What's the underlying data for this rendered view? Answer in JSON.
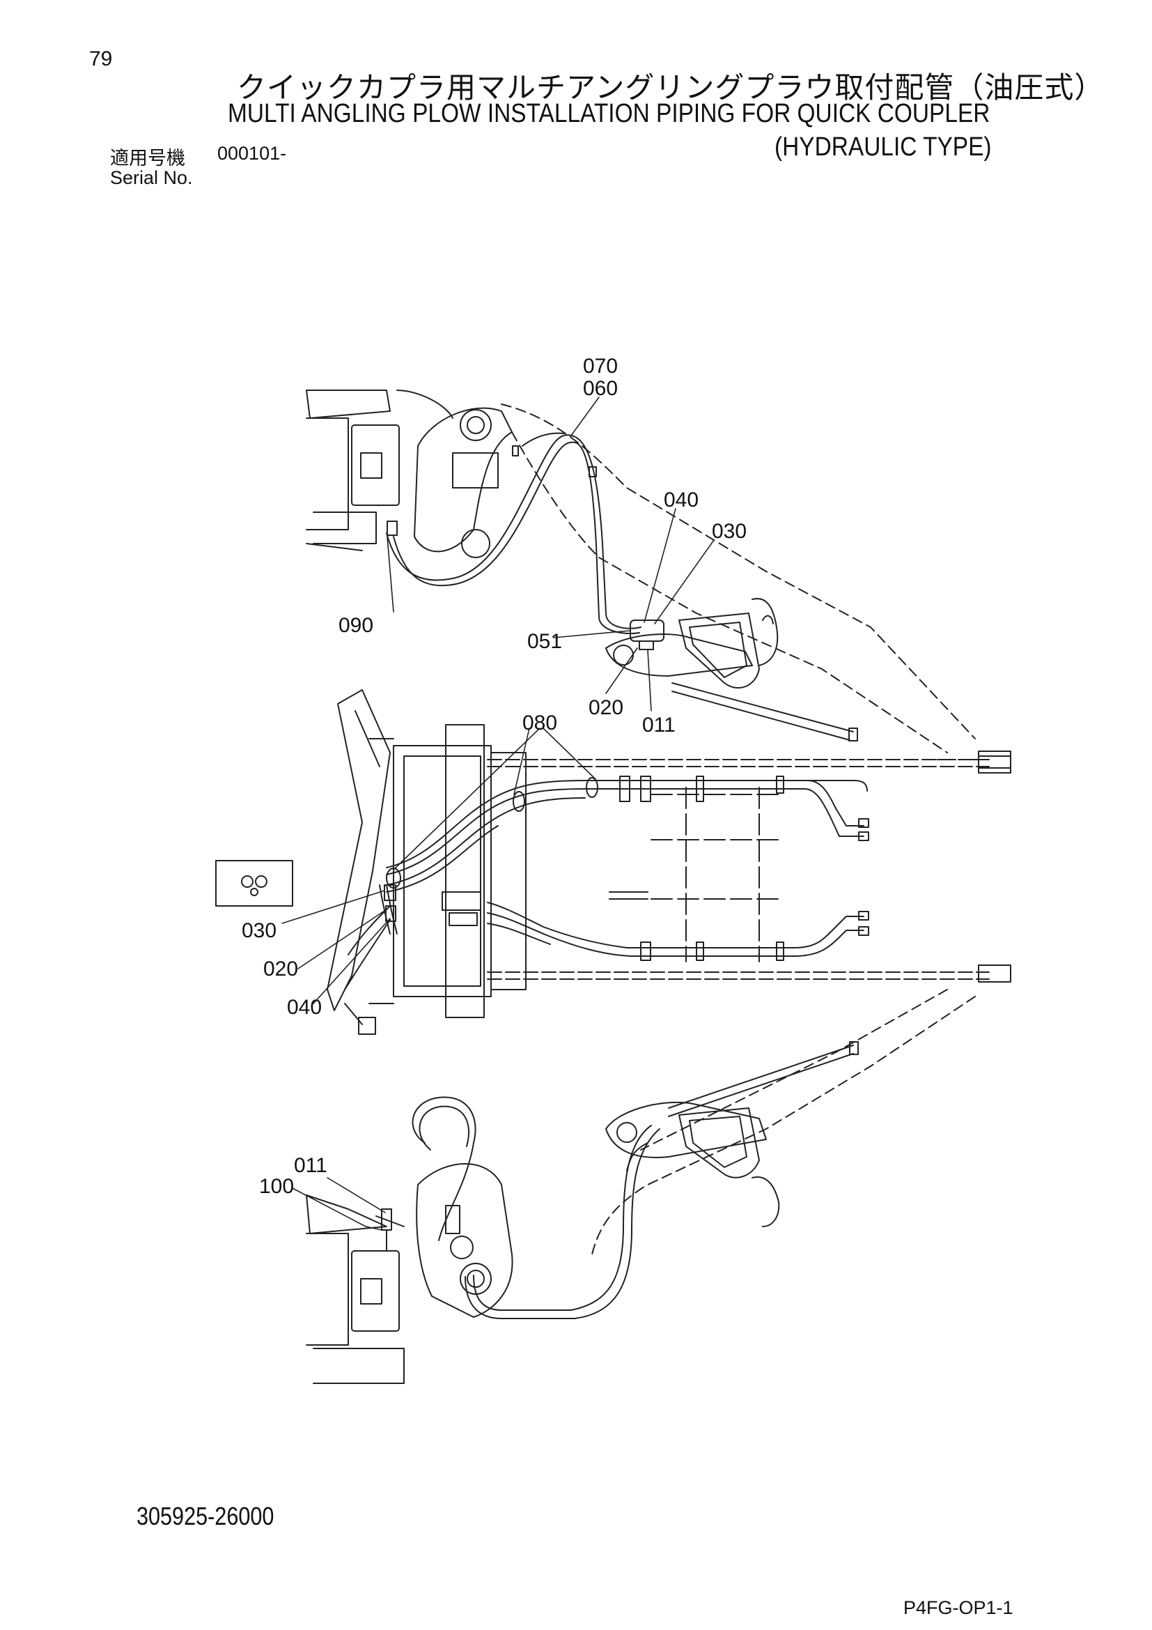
{
  "page_number": "79",
  "title_jp": "クイックカプラ用マルチアングリングプラウ取付配管（油圧式）",
  "title_en": "MULTI ANGLING PLOW INSTALLATION PIPING FOR QUICK COUPLER",
  "title_en_2": "(HYDRAULIC TYPE)",
  "serial": {
    "label_jp": "適用号機",
    "value": "000101-",
    "label_en": "Serial No."
  },
  "callouts": {
    "c070": "070",
    "c060": "060",
    "c040a": "040",
    "c030a": "030",
    "c090": "090",
    "c051": "051",
    "c020a": "020",
    "c011a": "011",
    "c080": "080",
    "c030b": "030",
    "c020b": "020",
    "c040b": "040",
    "c011b": "011",
    "c100": "100"
  },
  "part_number": "305925-26000",
  "page_code": "P4FG-OP1-1"
}
